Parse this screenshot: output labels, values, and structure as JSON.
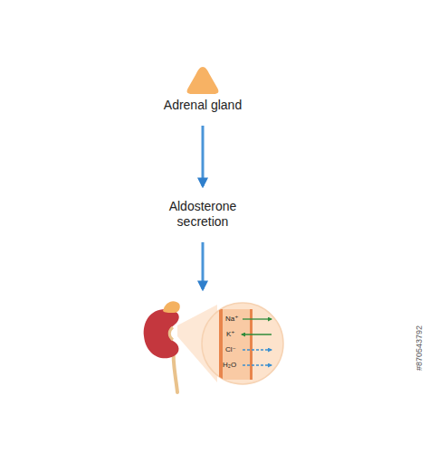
{
  "diagram": {
    "nodes": [
      {
        "text": [
          "Adrenal gland"
        ]
      },
      {
        "text": [
          "Aldosterone secretion"
        ]
      },
      {
        "text": [
          "Na⁺",
          "K⁺",
          "Cl⁻",
          "H₂O"
        ]
      }
    ],
    "edges": [
      {
        "from": 0,
        "to": 1,
        "arrow": "to"
      },
      {
        "from": 1,
        "to": 2,
        "arrow": "to"
      }
    ],
    "labels": [
      "#870543792"
    ]
  }
}
